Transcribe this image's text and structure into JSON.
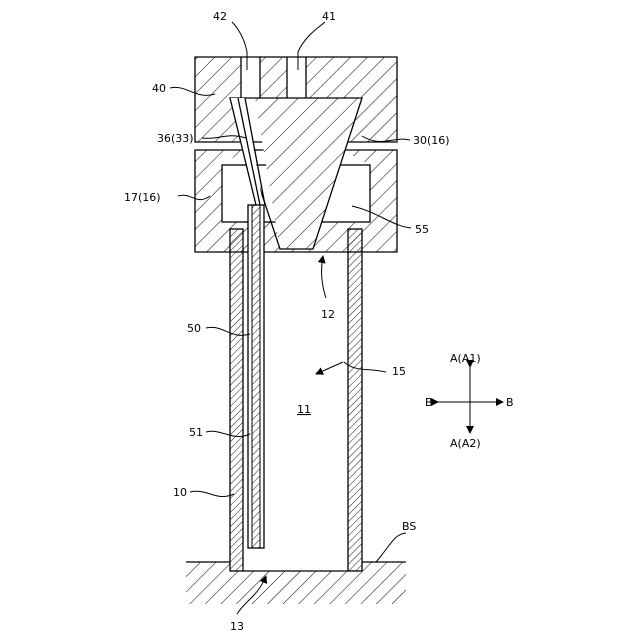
{
  "labels": {
    "n42": "42",
    "n41": "41",
    "n40": "40",
    "n36": "36(33)",
    "n30": "30(16)",
    "n17": "17(16)",
    "n55": "55",
    "n12": "12",
    "n50": "50",
    "n15": "15",
    "n11": "11",
    "n51": "51",
    "n10": "10",
    "nBS": "BS",
    "n13": "13"
  },
  "direction": {
    "top": "A(A1)",
    "bottom": "A(A2)",
    "left": "B",
    "right": "B"
  }
}
